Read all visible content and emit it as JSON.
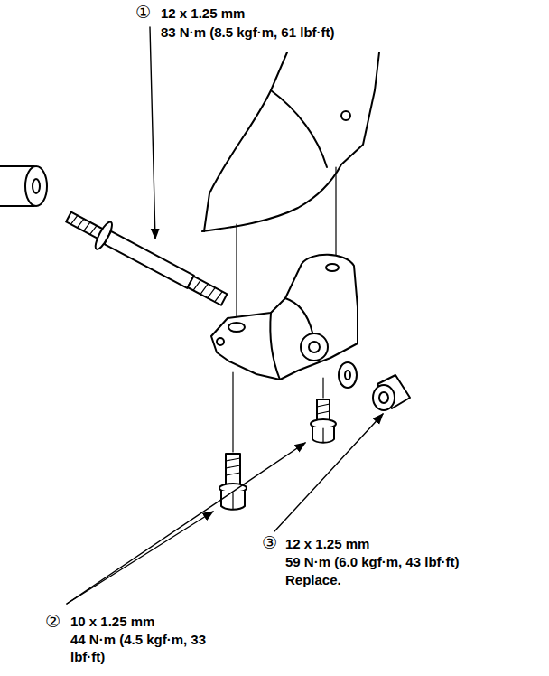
{
  "diagram": {
    "labels": [
      "①",
      "12 x 1.25 mm",
      "83 N·m (8.5 kgf·m, 61 lbf·ft)",
      "②",
      "10 x 1.25 mm",
      "44 N·m (4.5 kgf·m, 33 lbf·ft)",
      "③",
      "12 x 1.25 mm",
      "59 N·m (6.0 kgf·m, 43 lbf·ft)",
      "Replace."
    ]
  }
}
